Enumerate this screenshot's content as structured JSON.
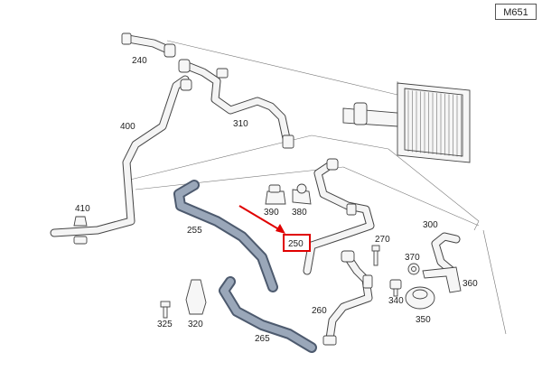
{
  "diagram": {
    "code": "M651",
    "highlighted_part": "250",
    "highlight_color": "#e00000",
    "hose_color": "#4d5a6e",
    "parts": [
      "240",
      "310",
      "400",
      "410",
      "255",
      "390",
      "380",
      "250",
      "270",
      "300",
      "370",
      "360",
      "340",
      "350",
      "260",
      "325",
      "320",
      "265"
    ]
  }
}
